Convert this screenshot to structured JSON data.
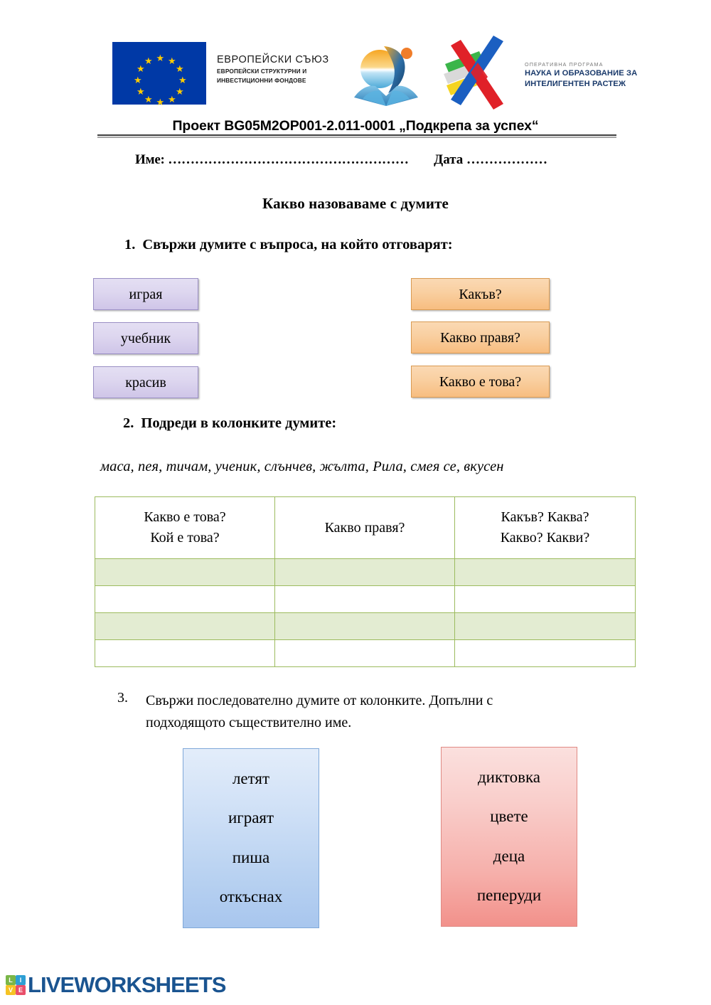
{
  "header": {
    "eu_logo": {
      "name": "eu-flag",
      "line1": "ЕВРОПЕЙСКИ СЪЮЗ",
      "line2": "ЕВРОПЕЙСКИ СТРУКТУРНИ И",
      "line3": "ИНВЕСТИЦИОННИ ФОНДОВЕ"
    },
    "middle_logo": {
      "name": "sun-book-logo"
    },
    "op_logo": {
      "name": "operational-programme-x-logo",
      "kicker": "ОПЕРАТИВНА ПРОГРАМА",
      "line1": "НАУКА И ОБРАЗОВАНИЕ ЗА",
      "line2": "ИНТЕЛИГЕНТЕН РАСТЕЖ"
    },
    "project_title": "Проект BG05M2OP001-2.011-0001 „Подкрепа за успех“"
  },
  "name_date": {
    "name_label": "Име: ………………………………………………",
    "date_label": "Дата ………………"
  },
  "worksheet": {
    "title": "Какво назоваваме с думите"
  },
  "exercise1": {
    "number": "1.",
    "heading": "Свържи думите с въпроса, на който отговарят:",
    "left_words": [
      "играя",
      "учебник",
      "красив"
    ],
    "right_questions": [
      "Какъв?",
      "Какво правя?",
      "Какво е това?"
    ],
    "colors": {
      "left_box": "#ddd6ef",
      "left_border": "#9a8fc4",
      "right_box": "#f9cfa0",
      "right_border": "#d99a52"
    }
  },
  "exercise2": {
    "number": "2.",
    "heading": "Подреди в колонките думите:",
    "word_list": "маса, пея, тичам, ученик, слънчев, жълта, Рила, смея се, вкусен",
    "table": {
      "headers": [
        "Какво е това?\nКой е това?",
        "Какво правя?",
        "Какъв? Каква?\nКакво? Какви?"
      ],
      "header_col1_line1": "Какво е това?",
      "header_col1_line2": "Кой е това?",
      "header_col2_line1": "Какво правя?",
      "header_col2_line2": "",
      "header_col3_line1": "Какъв? Каква?",
      "header_col3_line2": "Какво? Какви?",
      "empty_rows": 4,
      "border_color": "#9cbb5e",
      "band_color": "#e3ecd2"
    }
  },
  "exercise3": {
    "number": "3.",
    "line1": "Свържи последователно думите от   колонките. Допълни с",
    "line2": "подходящото съществително име.",
    "blue_column": [
      "летят",
      "играят",
      "пиша",
      "откъснах"
    ],
    "red_column": [
      "диктовка",
      "цвете",
      "деца",
      "пеперуди"
    ],
    "colors": {
      "blue_box": "#c4d9f4",
      "blue_border": "#7fa8d9",
      "red_box": "#f7bdb8",
      "red_border": "#e08a84"
    }
  },
  "footer": {
    "tiles": [
      "L",
      "I",
      "V",
      "E"
    ],
    "wordmark": "LIVEWORKSHEETS",
    "wordmark_color": "#1a5490"
  }
}
